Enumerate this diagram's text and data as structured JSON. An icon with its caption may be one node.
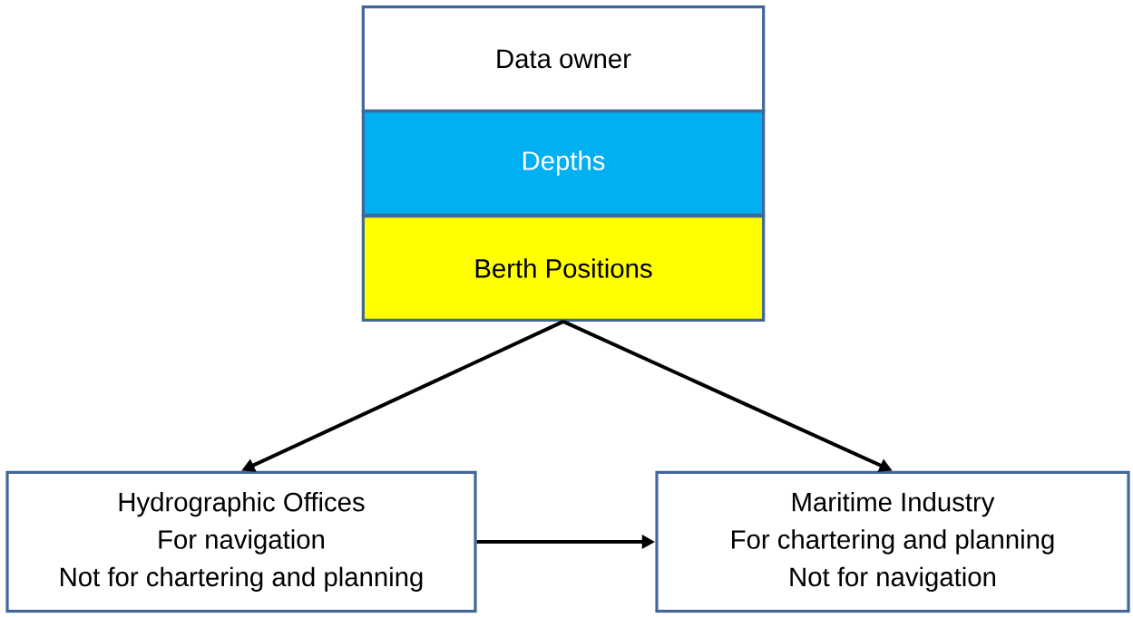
{
  "diagram": {
    "nodes": [
      {
        "text": [
          "Data owner"
        ]
      },
      {
        "text": [
          "Depths"
        ]
      },
      {
        "text": [
          "Berth Positions"
        ]
      },
      {
        "text": [
          "Hydrographic Offices",
          "For navigation",
          "Not for chartering and planning"
        ]
      },
      {
        "text": [
          "Maritime Industry",
          "For chartering and planning",
          "Not for navigation"
        ]
      }
    ],
    "edges": [
      {
        "from": 2,
        "to": 3,
        "arrow": "to"
      },
      {
        "from": 2,
        "to": 4,
        "arrow": "to"
      },
      {
        "from": 3,
        "to": 4,
        "arrow": "to"
      }
    ]
  }
}
